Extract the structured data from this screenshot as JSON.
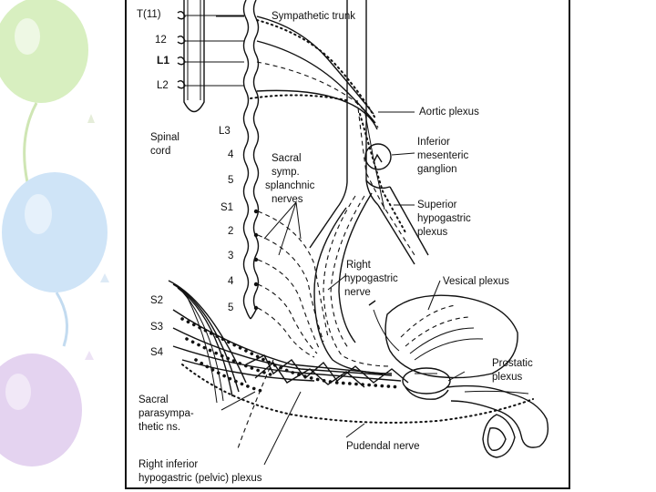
{
  "labels": {
    "t11": "T(11)",
    "l12": "12",
    "l1": "L1",
    "l2": "L2",
    "l3": "L3",
    "l4": "4",
    "l5": "5",
    "s1": "S1",
    "s2r": "2",
    "s3r": "3",
    "s4r": "4",
    "s5r": "5",
    "sympathetic_trunk": "Sympathetic trunk",
    "spinal_cord_1": "Spinal",
    "spinal_cord_2": "cord",
    "aortic_plexus": "Aortic plexus",
    "img_1": "Inferior",
    "img_2": "mesenteric",
    "img_3": "ganglion",
    "sacral_symp_1": "Sacral",
    "sacral_symp_2": "symp.",
    "sacral_symp_3": "splanchnic",
    "sacral_symp_4": "nerves",
    "shp_1": "Superior",
    "shp_2": "hypogastric",
    "shp_3": "plexus",
    "rhn_1": "Right",
    "rhn_2": "hypogastric",
    "rhn_3": "nerve",
    "vesical_plexus": "Vesical plexus",
    "s2": "S2",
    "s3": "S3",
    "s4": "S4",
    "prostatic_1": "Prostatic",
    "prostatic_2": "plexus",
    "parasym_1": "Sacral",
    "parasym_2": "parasympa-",
    "parasym_3": "thetic ns.",
    "pudendal": "Pudendal nerve",
    "rihp_1": "Right inferior",
    "rihp_2": "hypogastric (pelvic) plexus"
  },
  "colors": {
    "balloon_green": "#d8efc0",
    "balloon_blue": "#cfe4f7",
    "balloon_purple": "#e4d3f0",
    "ink": "#111111"
  }
}
